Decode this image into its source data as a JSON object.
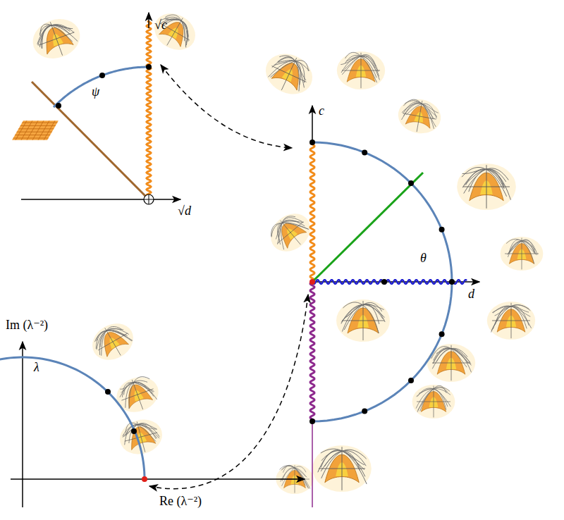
{
  "diagram": {
    "labels": [
      "√c",
      "√d",
      "ψ",
      "c",
      "d",
      "θ",
      "Im (λ⁻²)",
      "Re (λ⁻²)",
      "λ"
    ]
  }
}
